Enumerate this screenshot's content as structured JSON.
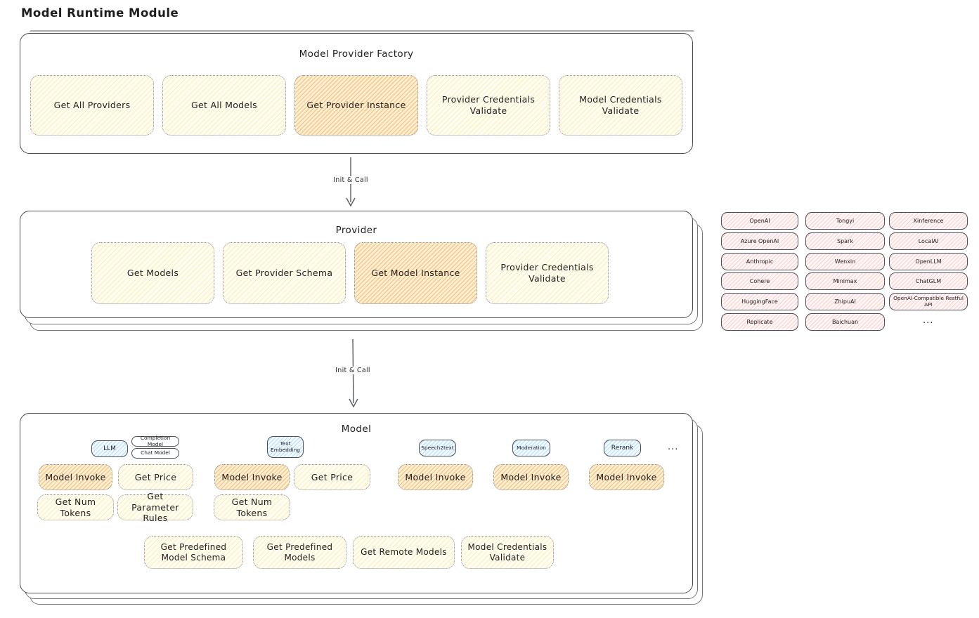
{
  "page_title": "Model Runtime Module",
  "arrows": {
    "label1": "Init & Call",
    "label2": "Init & Call"
  },
  "colors": {
    "button_yellow": "#fff9db",
    "button_highlight_orange": "#ffd8a8",
    "provider_chip_pink": "#ffe3e3",
    "model_type_chip_blue": "#d0ebff",
    "frame_border": "#4a4d52"
  },
  "factory": {
    "title": "Model Provider Factory",
    "buttons": [
      {
        "label": "Get All Providers",
        "highlight": false
      },
      {
        "label": "Get All Models",
        "highlight": false
      },
      {
        "label": "Get Provider Instance",
        "highlight": true
      },
      {
        "label": "Provider Credentials Validate",
        "highlight": false
      },
      {
        "label": "Model Credentials Validate",
        "highlight": false
      }
    ]
  },
  "provider": {
    "title": "Provider",
    "buttons": [
      {
        "label": "Get Models",
        "highlight": false
      },
      {
        "label": "Get Provider Schema",
        "highlight": false
      },
      {
        "label": "Get Model Instance",
        "highlight": true
      },
      {
        "label": "Provider Credentials Validate",
        "highlight": false
      }
    ]
  },
  "providers_grid": {
    "col1": [
      "OpenAI",
      "Azure OpenAI",
      "Anthropic",
      "Cohere",
      "HuggingFace",
      "Replicate"
    ],
    "col2": [
      "Tongyi",
      "Spark",
      "Wenxin",
      "Minimax",
      "ZhipuAI",
      "Baichuan"
    ],
    "col3": [
      "Xinference",
      "LocalAI",
      "OpenLLM",
      "ChatGLM",
      "OpenAI-Compatible Restful API"
    ],
    "more": "..."
  },
  "model": {
    "title": "Model",
    "chips": {
      "llm": "LLM",
      "completion": "Completion Model",
      "chat": "Chat Model",
      "text_embedding": "Text Embedding",
      "speech2text": "Speech2text",
      "moderation": "Moderation",
      "rerank": "Rerank",
      "more": "..."
    },
    "row1": [
      {
        "label": "Model Invoke",
        "highlight": true
      },
      {
        "label": "Get Price",
        "highlight": false
      },
      {
        "label": "Model Invoke",
        "highlight": true
      },
      {
        "label": "Get Price",
        "highlight": false
      },
      {
        "label": "Model Invoke",
        "highlight": true
      },
      {
        "label": "Model Invoke",
        "highlight": true
      },
      {
        "label": "Model Invoke",
        "highlight": true
      }
    ],
    "row2": [
      {
        "label": "Get Num Tokens"
      },
      {
        "label": "Get Parameter Rules"
      },
      {
        "label": "Get Num Tokens"
      }
    ],
    "row3": [
      {
        "label": "Get Predefined Model Schema"
      },
      {
        "label": "Get Predefined Models"
      },
      {
        "label": "Get Remote Models"
      },
      {
        "label": "Model Credentials Validate"
      }
    ]
  }
}
